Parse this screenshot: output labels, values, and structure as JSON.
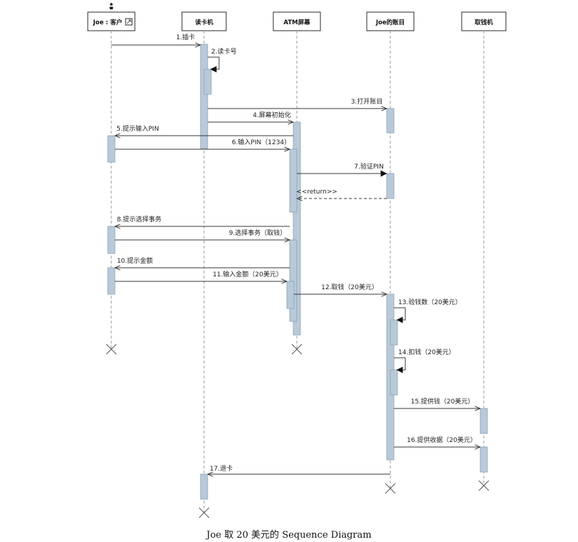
{
  "caption": "Joe 取 20 美元的 Sequence Diagram",
  "lifelines": [
    {
      "id": "customer",
      "label": "Joe : 客户",
      "has_actor_icon": true,
      "has_link_icon": true
    },
    {
      "id": "cardreader",
      "label": "读卡机"
    },
    {
      "id": "screen",
      "label": "ATM屏幕"
    },
    {
      "id": "account",
      "label": "Joe的账目"
    },
    {
      "id": "dispenser",
      "label": "取钱机"
    }
  ],
  "messages": [
    {
      "label": "1.插卡",
      "from": "customer",
      "to": "cardreader",
      "kind": "call"
    },
    {
      "label": "2.读卡号",
      "from": "cardreader",
      "to": "cardreader",
      "kind": "self"
    },
    {
      "label": "3.打开账目",
      "from": "cardreader",
      "to": "account",
      "kind": "call"
    },
    {
      "label": "4.屏幕初始化",
      "from": "cardreader",
      "to": "screen",
      "kind": "call"
    },
    {
      "label": "5.提示输入PIN",
      "from": "screen",
      "to": "customer",
      "kind": "call"
    },
    {
      "label": "6.输入PIN（1234）",
      "from": "customer",
      "to": "screen",
      "kind": "call"
    },
    {
      "label": "7.验证PIN",
      "from": "screen",
      "to": "account",
      "kind": "sync"
    },
    {
      "label": "<<return>>",
      "from": "account",
      "to": "screen",
      "kind": "return"
    },
    {
      "label": "8.提示选择事务",
      "from": "screen",
      "to": "customer",
      "kind": "call"
    },
    {
      "label": "9.选择事务（取钱）",
      "from": "customer",
      "to": "screen",
      "kind": "call"
    },
    {
      "label": "10.提示金额",
      "from": "screen",
      "to": "customer",
      "kind": "call"
    },
    {
      "label": "11.输入金额（20美元）",
      "from": "customer",
      "to": "screen",
      "kind": "call"
    },
    {
      "label": "12.取钱（20美元）",
      "from": "screen",
      "to": "account",
      "kind": "call"
    },
    {
      "label": "13.验钱数（20美元）",
      "from": "account",
      "to": "account",
      "kind": "self"
    },
    {
      "label": "14.扣钱（20美元）",
      "from": "account",
      "to": "account",
      "kind": "self"
    },
    {
      "label": "15.提供钱（20美元）",
      "from": "account",
      "to": "dispenser",
      "kind": "call"
    },
    {
      "label": "16.提供收据（20美元）",
      "from": "account",
      "to": "dispenser",
      "kind": "call"
    },
    {
      "label": "17.退卡",
      "from": "account",
      "to": "cardreader",
      "kind": "call"
    }
  ]
}
